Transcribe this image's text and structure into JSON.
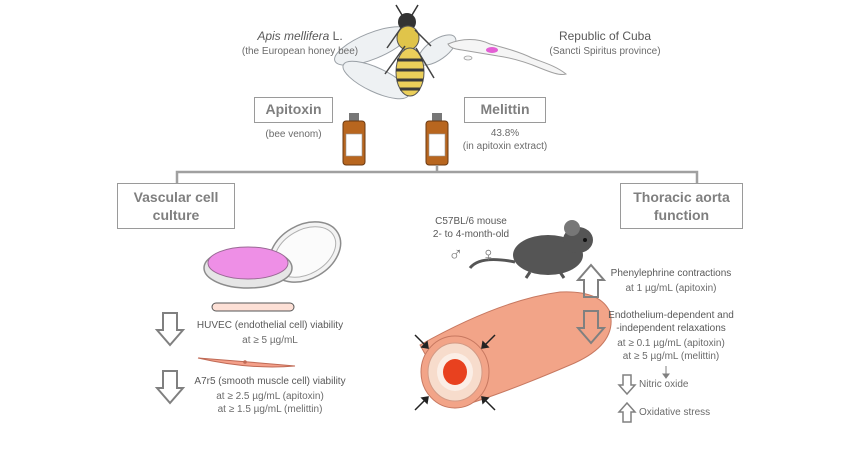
{
  "species": {
    "latin": "Apis mellifera",
    "suffix": " L.",
    "common": "(the European honey bee)"
  },
  "origin": {
    "country": "Republic of Cuba",
    "province": "(Sancti Spiritus province)"
  },
  "apitoxin": {
    "label": "Apitoxin",
    "note": "(bee venom)"
  },
  "melittin": {
    "label": "Melittin",
    "percent": "43.8%",
    "note": "(in apitoxin extract)"
  },
  "vascular": {
    "title_line1": "Vascular cell",
    "title_line2": "culture",
    "huvec": {
      "label": "HUVEC (endothelial cell) viability",
      "dose": "at ≥ 5 µg/mL"
    },
    "a7r5": {
      "label": "A7r5 (smooth muscle cell) viability",
      "dose_apitoxin": "at ≥ 2.5 µg/mL (apitoxin)",
      "dose_melittin": "at ≥ 1.5 µg/mL (melittin)"
    }
  },
  "aorta": {
    "title_line1": "Thoracic aorta",
    "title_line2": "function",
    "mouse_line1": "C57BL/6 mouse",
    "mouse_line2": "2- to 4-month-old",
    "sexes": "♂ ♀",
    "phenylephrine": {
      "label": "Phenylephrine contractions",
      "dose": "at 1 µg/mL (apitoxin)"
    },
    "relaxation": {
      "label_line1": "Endothelium-dependent and",
      "label_line2": "-independent relaxations",
      "dose_apitoxin": "at ≥ 0.1 µg/mL (apitoxin)",
      "dose_melittin": "at ≥ 5 µg/mL (melittin)"
    },
    "nitric_oxide": "Nitric oxide",
    "oxidative_stress": "Oxidative stress"
  },
  "colors": {
    "arrow": "#808080",
    "vessel": "#f2a488",
    "lumen": "#e8411f",
    "dish": "#ee8fe6",
    "muscle_cell": "#f4a08a",
    "mouse": "#555555"
  }
}
